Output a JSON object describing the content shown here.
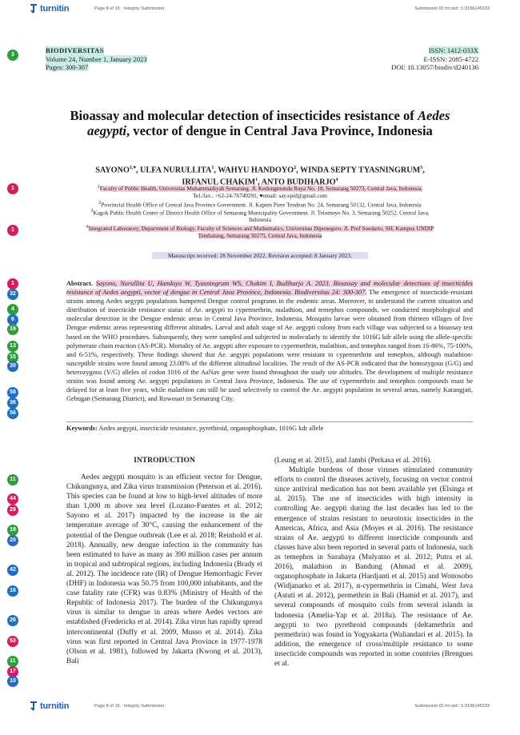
{
  "header": {
    "brand": "turnitin",
    "page_info": "Page 8 of 15 - Integrity Submission",
    "submission_id": "Submission ID trn:oid:::1:3196145333"
  },
  "footer": {
    "brand": "turnitin",
    "page_info": "Page 8 of 15 - Integrity Submission",
    "submission_id": "Submission ID trn:oid:::1:3196145333"
  },
  "journal": {
    "name": "BIODIVERSITAS",
    "volume": "Volume 24, Number 1, January 2023",
    "pages": "Pages: 300-307",
    "issn": "ISSN: 1412-033X",
    "eissn": "E-ISSN: 2085-4722",
    "doi": "DOI: 10.13057/biodiv/d240136"
  },
  "paper": {
    "title_1": "Bioassay and molecular detection of insecticides resistance of",
    "title_italic_1": "Aedes",
    "title_italic_2": "aegypti",
    "title_2": ", vector of dengue in Central Java Province, Indonesia",
    "authors_1": "SAYONO",
    "authors_1_sup": "1,♥",
    "authors_2": ", ULFA NURULLITA",
    "authors_2_sup": "1",
    "authors_3": ", WAHYU HANDOYO",
    "authors_3_sup": "2",
    "authors_4": ", WINDA SEPTY TYASNINGRUM",
    "authors_4_sup": "3",
    "authors_5": ",",
    "authors_6": "IRFANUL CHAKIM",
    "authors_6_sup": "1",
    "authors_7": ", ANTO BUDIHARJO",
    "authors_7_sup": "4",
    "affil_1a": "Faculty of Public Health, Universitas Muhammadiyah Semarang. Jl. Kedungmundu Raya No. 18, Semarang 50273, Central Java, Indonesia.",
    "affil_1b": "Tel./fax.: +62-24-76740291, ♥email: say.epid@gmail.com",
    "affil_2": "Provincial Health Office of Central Java Province Government. Jl. Kapten Piere Tendean No. 24, Semarang 50132, Central Java, Indonesia",
    "affil_3a": "Kagok Public Health Center of District Health Office of Semarang Municipality Government. Jl. Telomoyo No. 3, Semarang 50252, Central Java,",
    "affil_3b": "Indonesia",
    "affil_4a": "Integrated Laboratory, Department of Biology, Faculty of Sciences and Mathematics, Universitas Diponegoro. Jl. Prof Soedarto, SH, Kampus UNDIP",
    "affil_4b": "Tembalang, Semarang 50275, Central Java, Indonesia",
    "manuscript": "Manuscript received: 28 November 2022. Revision accepted: 8 January 2023."
  },
  "abstract": {
    "label": "Abstract.",
    "citation": "Sayono, Nurullita U, Handoyo W, Tyasningrum WS, Chakim I, Budiharjo A. 2023. Bioassay and molecular detections of insecticides resistance of Aedes aegypti, vector of dengue in Central Java Province, Indonesia. Biodiversitas 24: 300-307.",
    "body": "The emergence of insecticide-resistant strains among Aedes aegypti populations hampered Dengue control programs in the endemic areas. Moreover, to understand the current situation and distribution of insecticide resistance status of Ae. aegypti to cypermethrin, malathion, and temephos compounds, we conducted morphological and molecular detection in the Dengue endemic areas in Central Java Province, Indonesia. Mosquito larvae were obtained from thirteen villages of five Dengue endemic areas representing different altitudes. Larval and adult stage of Ae. aegypti colony from each village was subjected to a bioassay test based on the WHO procedures. Subsequently, they were sampled and subjected to molecularly to identify the 1016G kdr allele using the allele-specific polymerase chain reaction (AS-PCR). Mortality of Ae. aegypti after exposure to cypermethrin, malathion, and temephos ranged from 16-86%, 75-100%, and 6-51%, respectively. These findings showed that Ae. aegypti populations were resistant to cypermethrin and temephos, although malathion-susceptible strains were found among 23.08% of the different altitudinal localities. The result of the AS-PCR indicated that the homozygous (G/G) and heterozygous (V/G) alleles of codon 1016 of the AaNav gene were found throughout the study site altitudes. The development of multiple resistance strains was found among Ae. aegypti populations in Central Java Province, Indonesia. The use of cypermethrin and temephos compounds must be delayed for at least five years, while malathion can still be used selectively to control the Ae. aegypti population in several areas, namely Karangjati, Gebugan (Semarang District), and Rowosari in Semarang City."
  },
  "keywords": {
    "label": "Keywords:",
    "text": "Aedes aegypti, insecticide resistance, pyrethroid, organophosphate, 1016G kdr allele"
  },
  "intro": {
    "heading": "INTRODUCTION",
    "left": "Aedes aegypti mosquito is an efficient vector for Dengue, Chikungunya, and Zika virus transmission (Peterson et al. 2016). This species can be found at low to high-level altitudes of more than 1,000 m above sea level (Lozano-Fuentes et al. 2012; Sayono et al. 2017) impacted by the increase in the air temperature average of 30°C, causing the enhancement of the potential of the Dengue outbreak (Lee et al. 2018; Reinhold et al. 2018). Annually, new dengue infection in the community has been estimated to have as many as 390 million cases per annum in tropical and subtropical regions, including Indonesia (Brady et al. 2012). The incidence rate (IR) of Dengue Hemorrhagic Fever (DHF) in Indonesia was 50.75 from 100,000 inhabitants, and the case fatality rate (CFR) was 0.83% (Ministry of Health of the Republic of Indonesia 2017). The burden of the Chikungunya virus is similar to dengue in areas where Aedes vectors are established (Fredericks et al. 2014). Zika virus has rapidly spread intercontinental (Duffy et al. 2009, Musso et al. 2014). Zika virus was first reported in Central Java Province in 1977-1978 (Olson et al. 1981), followed by Jakarta (Kwong et al. 2013), Bali",
    "right_1": "(Leung et al. 2015), and Jambi (Perkasa et al. 2016).",
    "right_2": "Multiple burdens of those viruses stimulated community efforts to control the diseases actively, focusing on vector control since antiviral medication has not been available yet (Elsinga et al. 2015). The use of insecticides with high intensity in controlling Ae. aegypti during the last decades has led to the emergence of strains resistant to neurotoxic insecticides in the Americas, Africa, and Asia (Moyes et al. 2016). The resistance strains of Ae. aegypti to different insecticide compounds and classes have also been reported in several parts of Indonesia, such as temephos in Surabaya (Mulyatno et al. 2012; Putra et al. 2016), malathion in Bandung (Ahmad et al. 2009), organophosphate in Jakarta (Hardjanti et al. 2015) and Wonosobo (Widjanarko et al. 2017), α-cypermethrin in Cimahi, West Java (Astuti et al. 2012), permethrin in Bali (Hamid et al. 2017), and several compounds of mosquito coils from several islands in Indonesia (Amelia-Yap et al. 2018a). The resistance of Ae. aegypti to two pyrethroid compounds (deltamethrin and permethrin) was found in Yogyakarta (Waliandari et al. 2015). In addition, the emergence of cross/multiple resistance to some insecticide compounds was reported in some countries (Brengues et al."
  },
  "markers": [
    "3",
    "1",
    "1",
    "1",
    "1",
    "32",
    "4",
    "6",
    "19",
    "13",
    "8",
    "15",
    "30",
    "58",
    "36",
    "56",
    "11",
    "44",
    "29",
    "19",
    "20",
    "42",
    "16",
    "26",
    "53",
    "11",
    "17",
    "10"
  ],
  "colors": {
    "turnitin_blue": "#1f5fa8",
    "green": "#2e9d3a",
    "pink": "#d81b60",
    "blue": "#1e6fc4",
    "teal": "#14958f"
  }
}
